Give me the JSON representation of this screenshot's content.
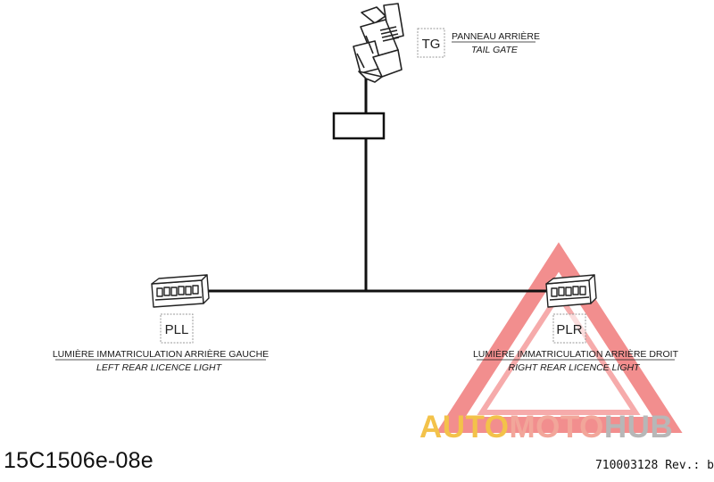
{
  "diagram": {
    "connectors": [
      {
        "code": "TG",
        "label_fr": "PANNEAU ARRIÈRE",
        "label_en": "TAIL GATE"
      },
      {
        "code": "PLL",
        "label_fr": "LUMIÈRE IMMATRICULATION ARRIÈRE GAUCHE",
        "label_en": "LEFT REAR LICENCE LIGHT"
      },
      {
        "code": "PLR",
        "label_fr": "LUMIÈRE IMMATRICULATION ARRIÈRE DROIT",
        "label_en": "RIGHT REAR LICENCE LIGHT"
      }
    ]
  },
  "watermark": {
    "part1": "AUTO",
    "part2": "MOTO",
    "part3": "HUB",
    "colors": {
      "auto": "#f3c24a",
      "moto": "#f2a69a",
      "hub": "#b7b7b7",
      "triangle": "#ec5a5a"
    }
  },
  "footer": {
    "drawing_id": "15C1506e-08e",
    "doc_ref": "710003128 Rev.: b"
  }
}
